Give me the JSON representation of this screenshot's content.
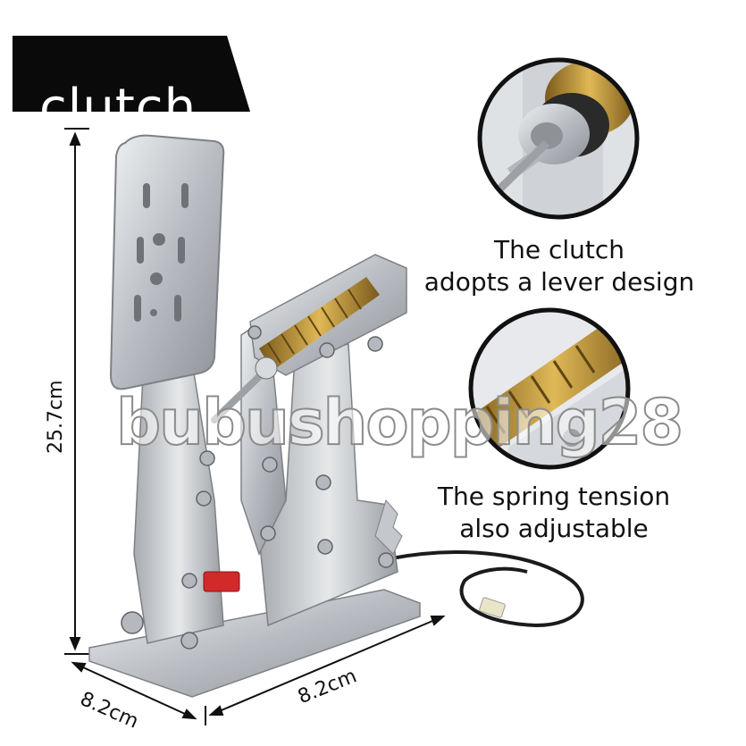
{
  "title": "clutch",
  "dimensions": {
    "height": "25.7cm",
    "depth": "8.2cm",
    "width": "8.2cm"
  },
  "callouts": [
    {
      "text_line1": "The clutch",
      "text_line2": "adopts a lever design"
    },
    {
      "text_line1": "The spring tension",
      "text_line2": "also adjustable"
    }
  ],
  "watermark": "bubushopping28",
  "colors": {
    "banner": "#0a0a0a",
    "metal": "#c9ccd0",
    "spring": "#b8902f",
    "accent_red": "#d12a2a",
    "cable": "#1b1b1b"
  }
}
